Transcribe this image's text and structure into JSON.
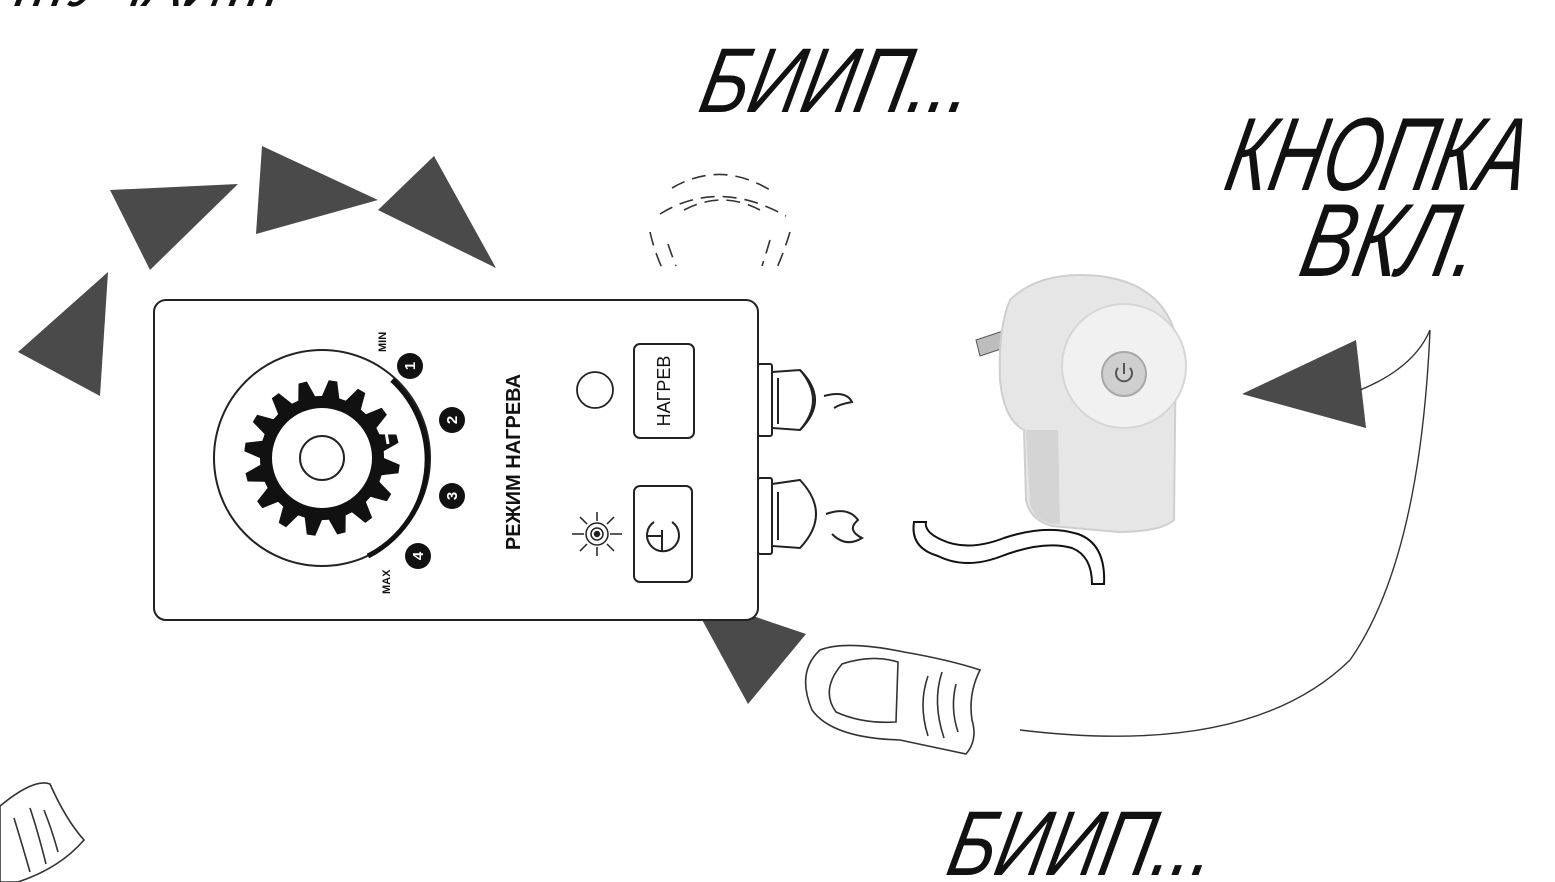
{
  "captions": {
    "top_cutoff": "…УЧАЙ…",
    "beep_top": "БИИП...",
    "power_button": [
      "КНОПКА",
      "ВКЛ."
    ],
    "beep_bottom": "БИИП..."
  },
  "controller": {
    "mode_label": "РЕЖИМ НАГРЕВА",
    "heat_button_label": "НАГРЕВ",
    "dial_min_label": "MIN",
    "dial_max_label": "MAX",
    "dial_positions": [
      "1",
      "2",
      "3",
      "4"
    ]
  },
  "colors": {
    "arrow": "#4a4a4a",
    "ink": "#111111",
    "outline": "#222222",
    "device": "#e9e9e9"
  }
}
